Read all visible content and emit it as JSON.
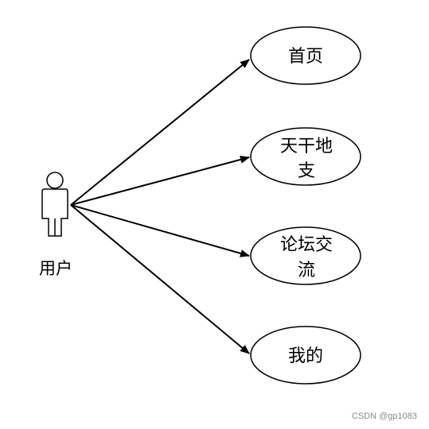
{
  "actor": {
    "label": "用户",
    "icon": "person-icon"
  },
  "use_cases": [
    {
      "id": "home",
      "lines": [
        "首页"
      ]
    },
    {
      "id": "tiangan-dizhi",
      "lines": [
        "天干地",
        "支"
      ]
    },
    {
      "id": "forum",
      "lines": [
        "论坛交",
        "流"
      ]
    },
    {
      "id": "mine",
      "lines": [
        "我的"
      ]
    }
  ],
  "watermark": "CSDN @gp1083",
  "colors": {
    "stroke": "#000000",
    "background": "#ffffff",
    "watermark": "#8a8a8a"
  }
}
